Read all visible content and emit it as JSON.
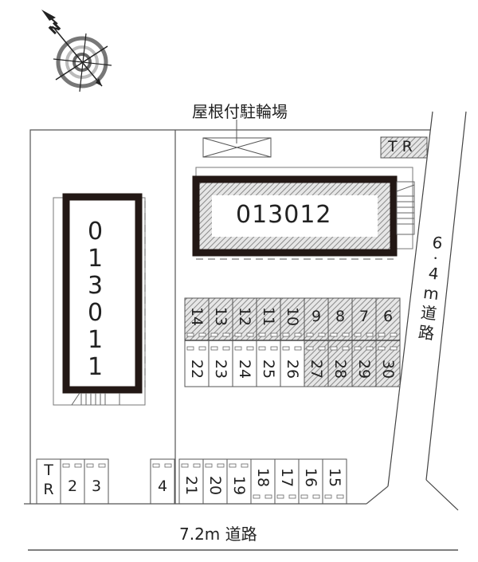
{
  "compass": {
    "north_label": "N",
    "icon": "compass-rose-icon"
  },
  "bicycle_parking": {
    "label": "屋根付駐輪場"
  },
  "trash_top": {
    "label": "T R"
  },
  "building_east": {
    "id": "013012"
  },
  "building_west": {
    "id_chars": [
      "0",
      "1",
      "3",
      "0",
      "1",
      "1"
    ],
    "id": "013011"
  },
  "road_east": {
    "chars": [
      "6",
      "・",
      "4",
      "m",
      "道",
      "路"
    ],
    "label": "6.4m道路"
  },
  "road_south": {
    "label": "7.2m 道路"
  },
  "parking_top_row": [
    "14",
    "13",
    "12",
    "11",
    "10",
    "9",
    "8",
    "7",
    "6"
  ],
  "parking_middle_row": [
    "22",
    "23",
    "24",
    "25",
    "26",
    "27",
    "28",
    "29",
    "30"
  ],
  "parking_bottom_left": {
    "trash": [
      "T",
      "R"
    ],
    "slots": [
      "2",
      "3"
    ]
  },
  "parking_bottom_single": "4",
  "parking_bottom_row": [
    "21",
    "20",
    "19",
    "18",
    "17",
    "16",
    "15"
  ],
  "colors": {
    "line": "#555555",
    "wall": "#231815",
    "hatch": "#9a9a9a"
  }
}
